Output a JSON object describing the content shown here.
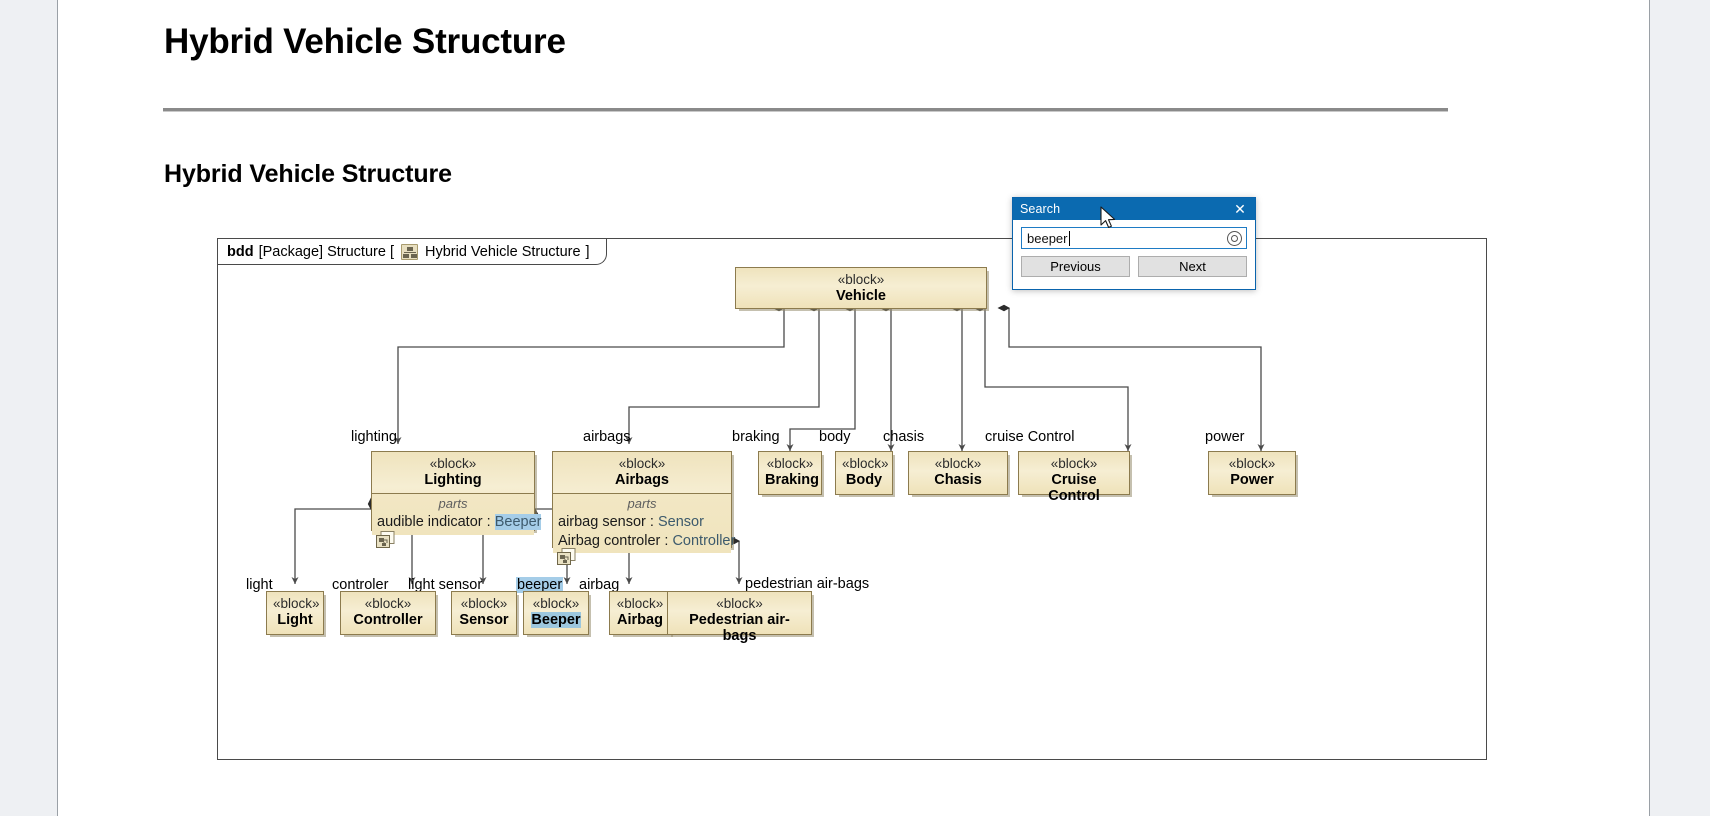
{
  "document": {
    "title": "Hybrid Vehicle Structure",
    "section_title": "Hybrid Vehicle Structure"
  },
  "diagram": {
    "frame_tab": {
      "kind": "bdd",
      "scope": "[Package] Structure [",
      "icon": "bdd-diagram-icon",
      "name": "Hybrid Vehicle Structure",
      "close_bracket": "]"
    },
    "stereotype": "«block»",
    "root": {
      "stereotype": "«block»",
      "name": "Vehicle"
    },
    "mid_blocks": [
      {
        "name": "Lighting",
        "end_label": "lighting",
        "compartment": {
          "title": "parts",
          "rows": [
            {
              "role": "audible indicator",
              "sep": " : ",
              "type": "Beeper",
              "type_highlighted": true
            }
          ]
        }
      },
      {
        "name": "Airbags",
        "end_label": "airbags",
        "compartment": {
          "title": "parts",
          "rows": [
            {
              "role": "airbag sensor",
              "sep": " : ",
              "type": "Sensor",
              "type_highlighted": false
            },
            {
              "role": "Airbag controler",
              "sep": " : ",
              "type": "Controller",
              "type_highlighted": false
            }
          ]
        }
      },
      {
        "name": "Braking",
        "end_label": "braking"
      },
      {
        "name": "Body",
        "end_label": "body"
      },
      {
        "name": "Chasis",
        "end_label": "chasis"
      },
      {
        "name": "Cruise Control",
        "end_label": "cruise Control"
      },
      {
        "name": "Power",
        "end_label": "power"
      }
    ],
    "leaf_blocks": [
      {
        "name": "Light",
        "end_label": "light",
        "name_highlighted": false,
        "label_highlighted": false
      },
      {
        "name": "Controller",
        "end_label": "controler",
        "name_highlighted": false,
        "label_highlighted": false
      },
      {
        "name": "Sensor",
        "end_label": "light sensor",
        "name_highlighted": false,
        "label_highlighted": false
      },
      {
        "name": "Beeper",
        "end_label": "beeper",
        "name_highlighted": true,
        "label_highlighted": true
      },
      {
        "name": "Airbag",
        "end_label": "airbag",
        "name_highlighted": false,
        "label_highlighted": false
      },
      {
        "name": "Pedestrian air-bags",
        "end_label": "pedestrian air-bags",
        "name_highlighted": false,
        "label_highlighted": false
      }
    ]
  },
  "search": {
    "title": "Search",
    "close_label": "✕",
    "query": "beeper",
    "placeholder": "",
    "clear_icon": "clear-circle-icon",
    "previous_label": "Previous",
    "next_label": "Next"
  },
  "colors": {
    "block_fill": "#f2e7c4",
    "block_border": "#8c7b4e",
    "highlight": "#a5cde8",
    "dialog_titlebar": "#0b6ab0",
    "connector": "#4a4a4a"
  }
}
